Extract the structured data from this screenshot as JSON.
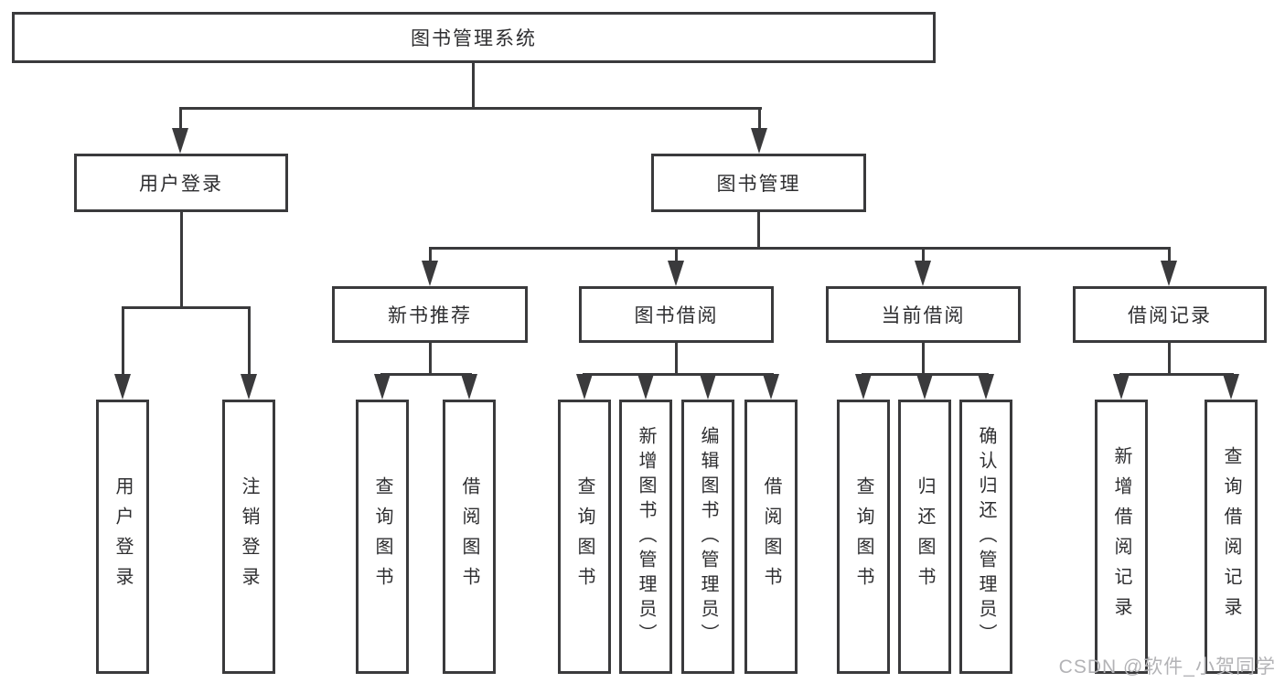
{
  "diagram": {
    "type": "hierarchy-tree",
    "orientation": "top-down"
  },
  "colors": {
    "background": "#ffffff",
    "line": "#3a3a3c",
    "text": "#2e2e30",
    "watermark": "#b3b3b6"
  },
  "tree": {
    "label": "图书管理系统",
    "children": [
      {
        "label": "用户登录",
        "children": [
          {
            "label": "用户登录"
          },
          {
            "label": "注销登录"
          }
        ]
      },
      {
        "label": "图书管理",
        "children": [
          {
            "label": "新书推荐",
            "children": [
              {
                "label": "查询图书"
              },
              {
                "label": "借阅图书"
              }
            ]
          },
          {
            "label": "图书借阅",
            "children": [
              {
                "label": "查询图书"
              },
              {
                "label": "新增图书（管理员）"
              },
              {
                "label": "编辑图书（管理员）"
              },
              {
                "label": "借阅图书"
              }
            ]
          },
          {
            "label": "当前借阅",
            "children": [
              {
                "label": "查询图书"
              },
              {
                "label": "归还图书"
              },
              {
                "label": "确认归还（管理员）"
              }
            ]
          },
          {
            "label": "借阅记录",
            "children": [
              {
                "label": "新增借阅记录"
              },
              {
                "label": "查询借阅记录"
              }
            ]
          }
        ]
      }
    ]
  },
  "watermark": {
    "text": "CSDN @软件_小贺同学"
  }
}
